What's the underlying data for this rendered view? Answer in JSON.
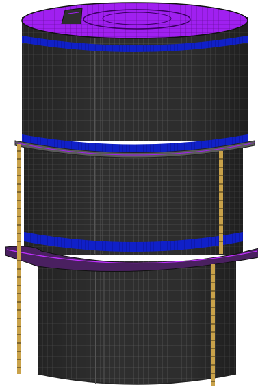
{
  "scene": {
    "kind": "fe-mesh-cylindrical-tower",
    "background_color": "#ffffff",
    "colors": {
      "shell": "#2f2f2f",
      "mesh_line": "#6a6a6a",
      "top_plate": "#a020f0",
      "stiffener_ring": "#1020c8",
      "flange_plate": "#6a1a8a",
      "support_rod": "#c9a24a",
      "support_rod_node": "#3b2e10"
    },
    "components": [
      "top-plate",
      "shell-segment-upper",
      "shell-segment-middle",
      "shell-segment-lower",
      "stiffener-ring-top",
      "stiffener-ring-upper",
      "stiffener-ring-lower",
      "flange-upper",
      "flange-lower",
      "support-rod-left",
      "support-rod-right"
    ]
  }
}
